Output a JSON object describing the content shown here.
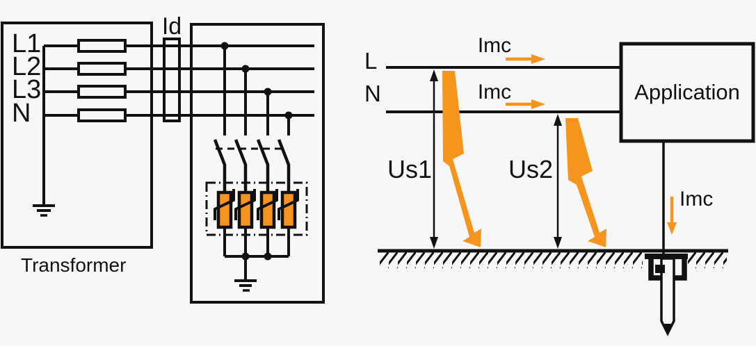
{
  "colors": {
    "background": "#F7F7F7",
    "line_black": "#111111",
    "accent_orange": "#F7941E"
  },
  "left_panel": {
    "transformer_label": "Transformer",
    "phase_l1": "L1",
    "phase_l2": "L2",
    "phase_l3": "L3",
    "neutral": "N",
    "residual_current_label": "Id"
  },
  "right_panel": {
    "line_label": "L",
    "neutral_label": "N",
    "imc_line_label": "Imc",
    "imc_neutral_label": "Imc",
    "imc_earth_label": "Imc",
    "surge_voltage_1_label": "Us1",
    "surge_voltage_2_label": "Us2",
    "application_label": "Application"
  }
}
